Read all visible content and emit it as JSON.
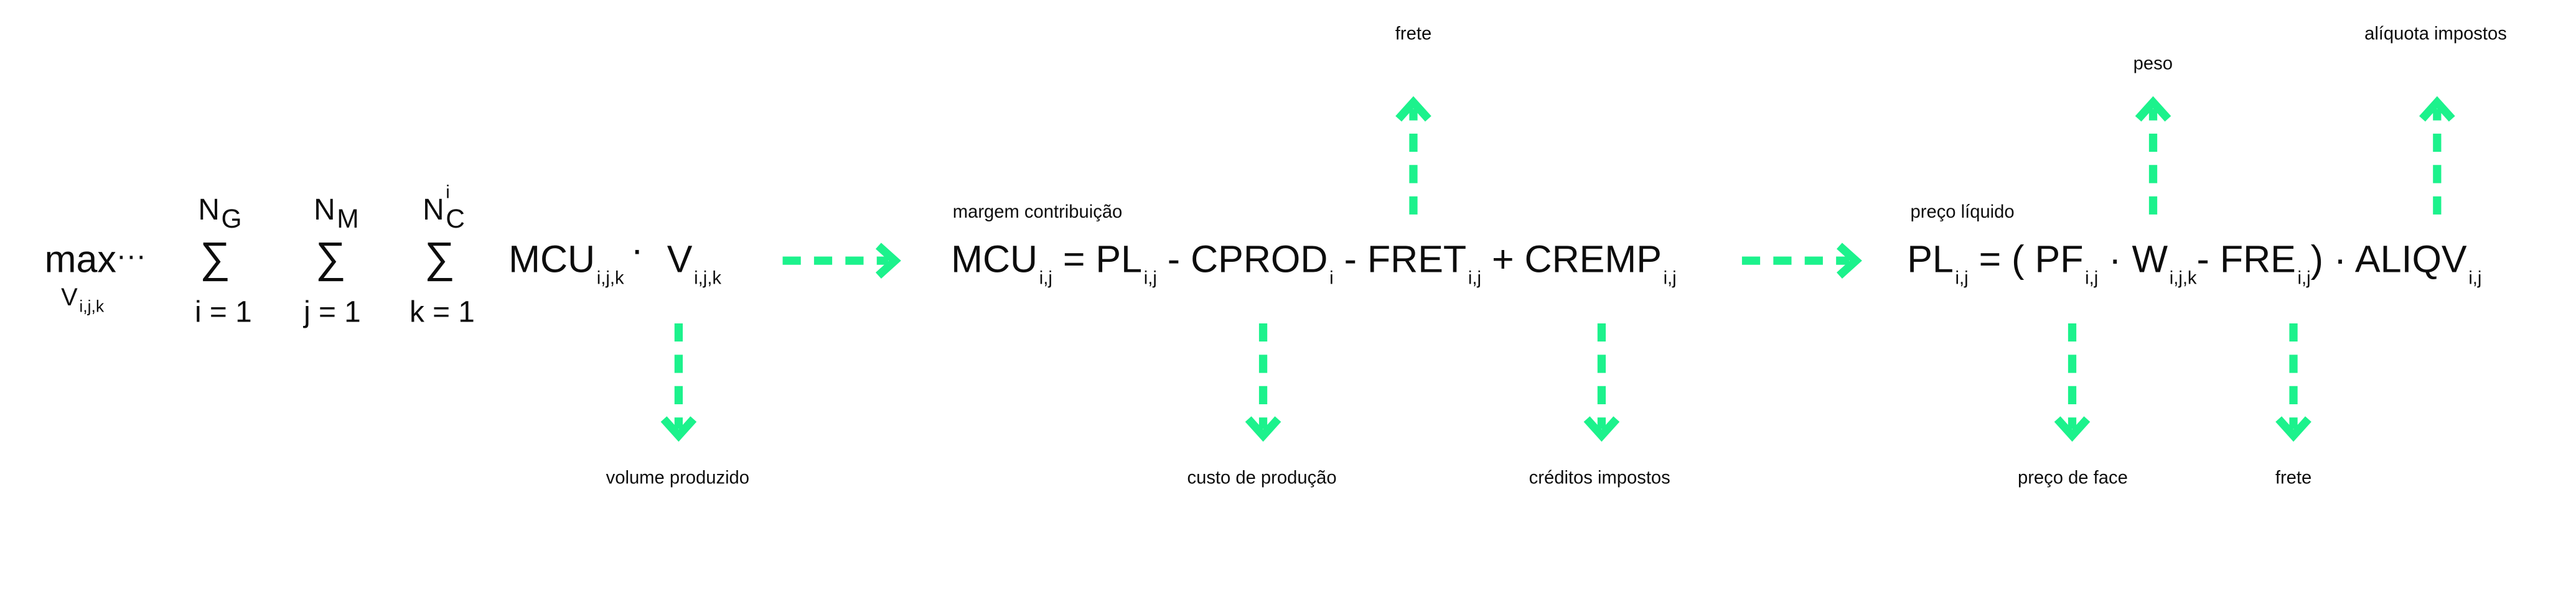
{
  "colors": {
    "arrow": "#1cf28c",
    "text": "#0d0d0d",
    "background": "#ffffff"
  },
  "objective": {
    "max": "max",
    "dots": "···",
    "var": "V",
    "var_sub": "i,j,k",
    "sums": [
      {
        "upper": "N",
        "upper_sub": "G",
        "symbol": "∑",
        "lower": "i = 1"
      },
      {
        "upper": "N",
        "upper_sub": "M",
        "symbol": "∑",
        "lower": "j = 1"
      },
      {
        "upper": "N",
        "upper_sup": "i",
        "upper_sub": "C",
        "symbol": "∑",
        "lower": "k = 1"
      }
    ],
    "term1": "MCU",
    "term1_sub": "i,j,k",
    "dot": "·",
    "term2": "V",
    "term2_sub": "i,j,k"
  },
  "eq_mcu": {
    "heading": "margem contribuição",
    "lhs": "MCU",
    "lhs_sub": "i,j",
    "eq": "=",
    "pl": "PL",
    "pl_sub": "i,j",
    "minus1": "-",
    "cprod": "CPROD",
    "cprod_sub": "i",
    "minus2": "-",
    "fret": "FRET",
    "fret_sub": "i,j",
    "plus": "+",
    "cremp": "CREMP",
    "cremp_sub": "i,j"
  },
  "eq_pl": {
    "heading": "preço líquido",
    "lhs": "PL",
    "lhs_sub": "i,j",
    "eq": "=",
    "open": "(",
    "pf": "PF",
    "pf_sub": "i,j",
    "dot1": "·",
    "w": "W",
    "w_sub": "i,j,k",
    "minus": "-",
    "fre": "FRE",
    "fre_sub": "i,j",
    "close": ")",
    "dot2": "·",
    "aliqv": "ALIQV",
    "aliqv_sub": "i,j"
  },
  "labels": {
    "volume": "volume produzido",
    "custo": "custo de produção",
    "creditos": "créditos impostos",
    "frete_top": "frete",
    "preco_face": "preço de face",
    "frete_bottom": "frete",
    "peso": "peso",
    "aliquota": "alíquota impostos"
  }
}
